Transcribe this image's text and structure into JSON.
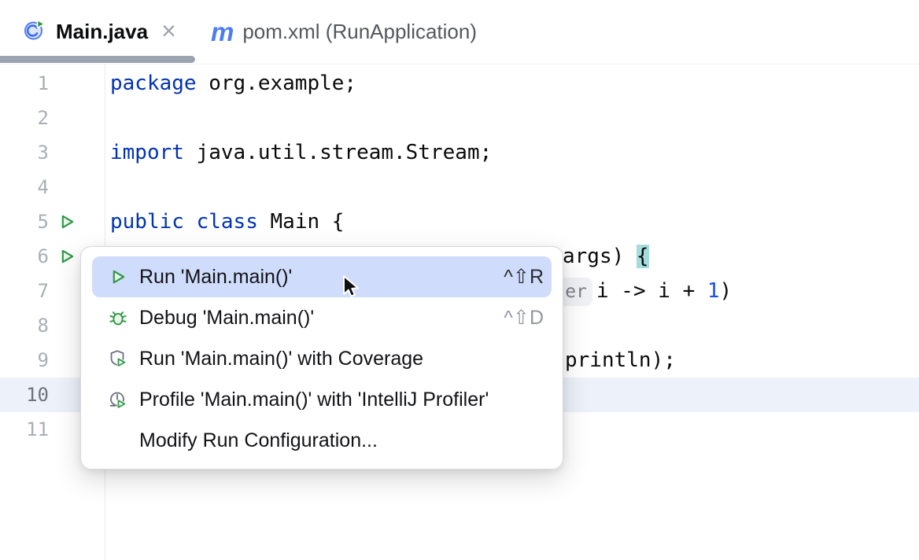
{
  "tabs": {
    "active": {
      "title": "Main.java",
      "close_glyph": "×",
      "icon": "java-runnable-class-icon"
    },
    "inactive": {
      "icon_glyph": "m",
      "title": "pom.xml (RunApplication)",
      "icon": "maven-icon"
    }
  },
  "editor": {
    "gutter_numbers": [
      "1",
      "2",
      "3",
      "4",
      "5",
      "6",
      "7",
      "8",
      "9",
      "10",
      "11"
    ],
    "current_line_number": "10",
    "run_gutter_lines": [
      "5",
      "6"
    ],
    "code": {
      "line1": {
        "keyword": "package",
        "rest": " org.example;"
      },
      "line3": {
        "keyword": "import",
        "rest": " java.util.stream.Stream;"
      },
      "line5": {
        "keyword1": "public",
        "space": " ",
        "keyword2": "class",
        "rest": " Main {"
      },
      "line6_visible": {
        "pre": "args) ",
        "brace": "{"
      },
      "line7_visible": {
        "inlay_hint": "er",
        "code": "i -> i + ",
        "number": "1",
        "close": ")"
      },
      "line9_visible": "println);"
    }
  },
  "context_menu": {
    "selected_index": 0,
    "items": [
      {
        "label": "Run 'Main.main()'",
        "shortcut": "^⇧R",
        "icon": "run-icon"
      },
      {
        "label": "Debug 'Main.main()'",
        "shortcut": "^⇧D",
        "icon": "debug-icon"
      },
      {
        "label": "Run 'Main.main()' with Coverage",
        "shortcut": "",
        "icon": "run-with-coverage-icon"
      },
      {
        "label": "Profile 'Main.main()' with 'IntelliJ Profiler'",
        "shortcut": "",
        "icon": "profiler-icon"
      },
      {
        "label": "Modify Run Configuration...",
        "shortcut": "",
        "icon": ""
      }
    ]
  },
  "colors": {
    "keyword": "#0033B3",
    "number_literal": "#1750EB",
    "menu_selection_bg": "#CFDCFB",
    "brace_match_bg": "#A6DCDD",
    "current_line_bg": "#EDF1FA",
    "run_green": "#2E9946",
    "icon_gray": "#6C707E",
    "tab_underline": "#9CA3B1",
    "maven_blue": "#4C7EF3"
  }
}
